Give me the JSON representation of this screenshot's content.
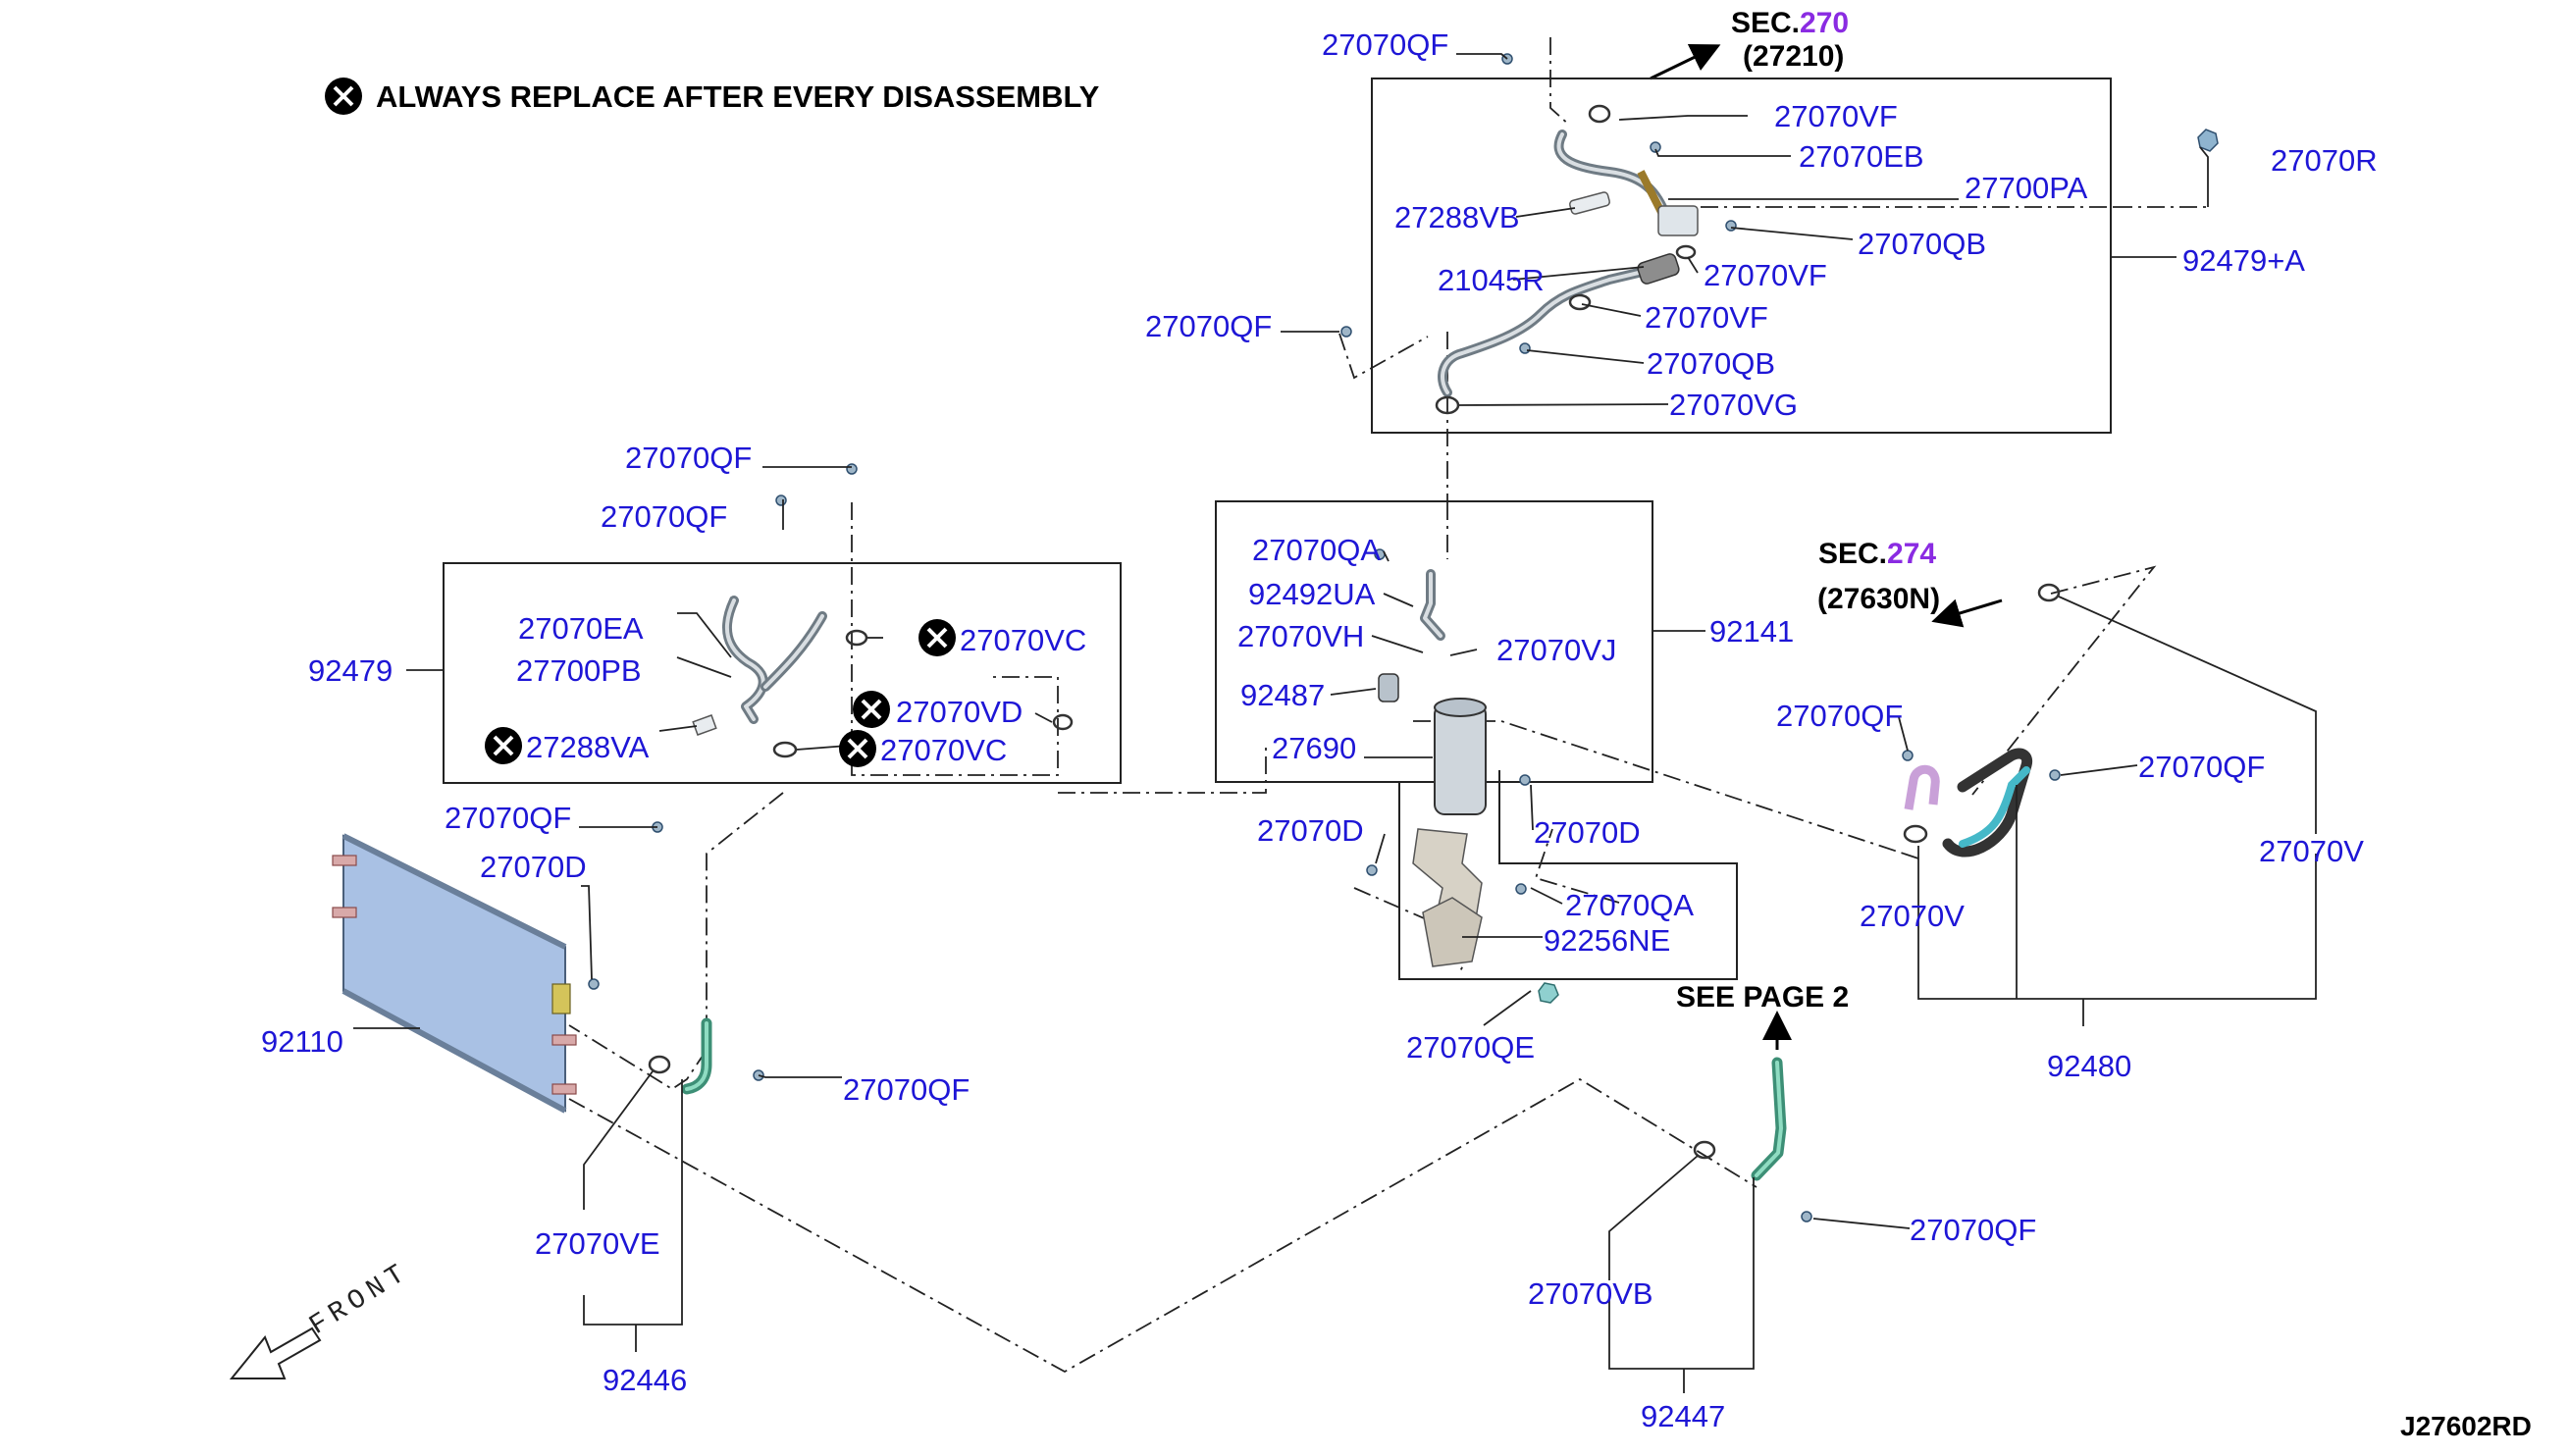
{
  "header": {
    "notice": "ALWAYS REPLACE AFTER EVERY DISASSEMBLY",
    "sec270_prefix": "SEC.",
    "sec270_number": "270",
    "sec270_ref": "(27210)",
    "sec274_prefix": "SEC.",
    "sec274_number": "274",
    "sec274_ref": "(27630N)",
    "see_page": "SEE PAGE 2",
    "front": "FRONT",
    "diagram_id": "J27602RD"
  },
  "parts": {
    "p27070QF_top": "27070QF",
    "p27070VF_1": "27070VF",
    "p27070EB": "27070EB",
    "p27700PA": "27700PA",
    "p27070R": "27070R",
    "p27288VB": "27288VB",
    "p27070QB_1": "27070QB",
    "p92479A": "92479+A",
    "p21045R": "21045R",
    "p27070VF_2": "27070VF",
    "p27070VF_3": "27070VF",
    "p27070QF_mid": "27070QF",
    "p27070QB_2": "27070QB",
    "p27070VG": "27070VG",
    "p27070QF_l1": "27070QF",
    "p27070QF_l2": "27070QF",
    "p27070EA": "27070EA",
    "p27700PB": "27700PB",
    "p92479": "92479",
    "p27070VC_1": "27070VC",
    "p27070VD": "27070VD",
    "p27288VA": "27288VA",
    "p27070VC_2": "27070VC",
    "p27070QF_l3": "27070QF",
    "p27070D_l": "27070D",
    "p92110": "92110",
    "p27070QF_l4": "27070QF",
    "p27070VE": "27070VE",
    "p92446": "92446",
    "p27070QA_1": "27070QA",
    "p92492UA": "92492UA",
    "p27070VH": "27070VH",
    "p27070VJ": "27070VJ",
    "p92141": "92141",
    "p92487": "92487",
    "p27690": "27690",
    "p27070D_c1": "27070D",
    "p27070D_c2": "27070D",
    "p27070QA_2": "27070QA",
    "p92256NE": "92256NE",
    "p27070QE": "27070QE",
    "p27070QF_r1": "27070QF",
    "p27070QF_r2": "27070QF",
    "p27070V_1": "27070V",
    "p27070V_2": "27070V",
    "p92480": "92480",
    "p27070QF_b": "27070QF",
    "p27070VB": "27070VB",
    "p92447": "92447"
  },
  "colors": {
    "label_blue": "#1e16d6",
    "section_purple": "#8a2be2",
    "line_black": "#222222",
    "condenser_blue": "#a9c1e4",
    "hose_green": "#3d8f76",
    "hose_teal": "#45b8c8"
  }
}
